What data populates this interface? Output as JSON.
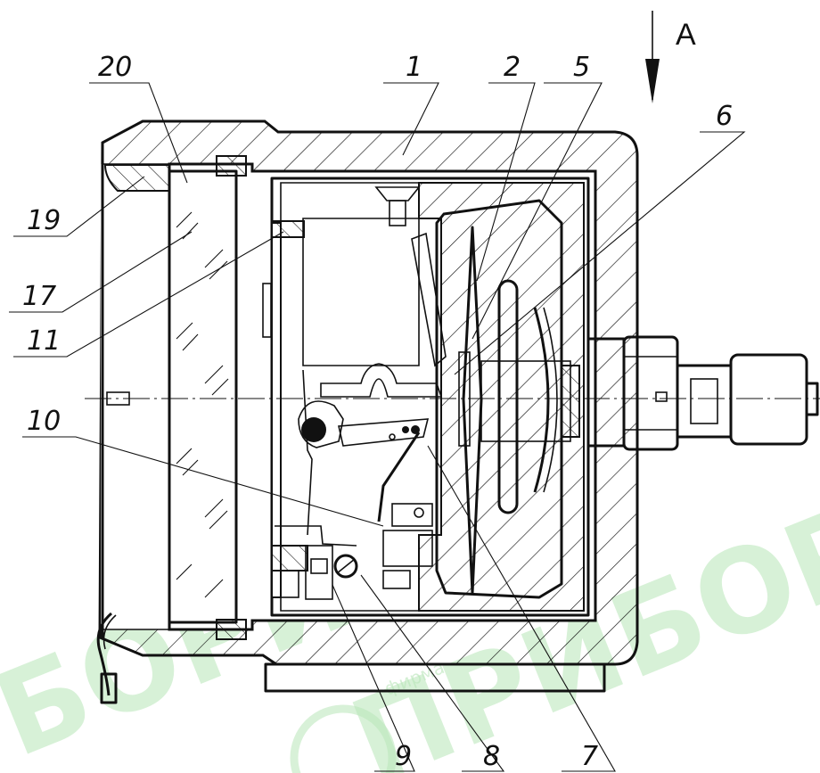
{
  "view_marker": "A",
  "watermark": {
    "left": "БОРИ",
    "right": "ПРИБОР",
    "firm": "фирма"
  },
  "callouts": [
    {
      "id": "c1",
      "text": "1"
    },
    {
      "id": "c2",
      "text": "2"
    },
    {
      "id": "c5",
      "text": "5"
    },
    {
      "id": "c6",
      "text": "6"
    },
    {
      "id": "c7",
      "text": "7"
    },
    {
      "id": "c8",
      "text": "8"
    },
    {
      "id": "c9",
      "text": "9"
    },
    {
      "id": "c10",
      "text": "10"
    },
    {
      "id": "c11",
      "text": "11"
    },
    {
      "id": "c17",
      "text": "17"
    },
    {
      "id": "c19",
      "text": "19"
    },
    {
      "id": "c20",
      "text": "20"
    }
  ],
  "colors": {
    "line": "#111111",
    "watermark": "#b8e6b8",
    "background": "#ffffff"
  }
}
